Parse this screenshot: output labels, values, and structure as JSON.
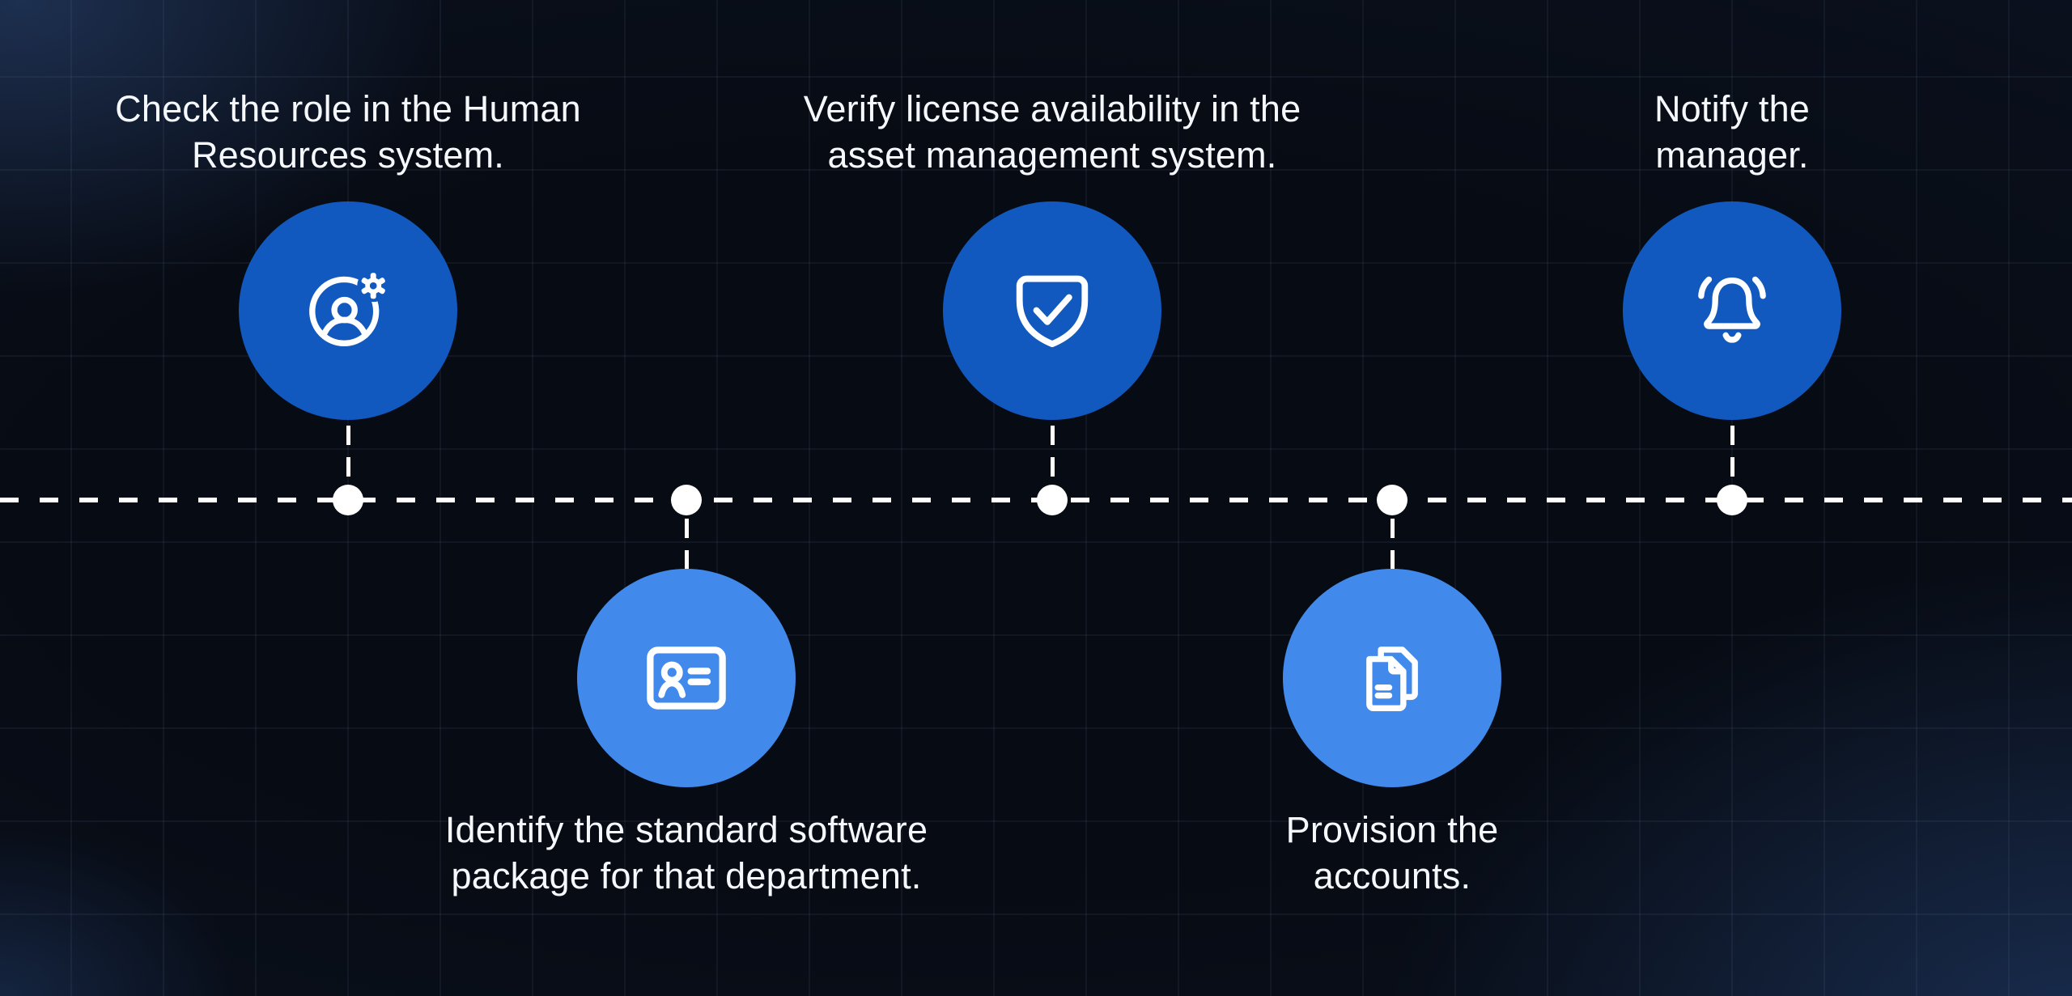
{
  "colors": {
    "background_center": "#070b13",
    "background_edge": "#152844",
    "grid_line": "rgba(148,178,220,0.07)",
    "timeline": "#ffffff",
    "text": "#f5f8fc",
    "circle_top": "#1159bf",
    "circle_bottom": "#4289ec"
  },
  "timeline": {
    "orientation": "horizontal",
    "style": "dashed",
    "dot_count": 5
  },
  "steps": [
    {
      "id": 1,
      "placement": "top",
      "icon": "user-gear-icon",
      "circle_color": "#1159bf",
      "label_line1": "Check the role in the Human",
      "label_line2": "Resources system."
    },
    {
      "id": 2,
      "placement": "bottom",
      "icon": "id-card-icon",
      "circle_color": "#4289ec",
      "label_line1": "Identify the standard software",
      "label_line2": "package for that department."
    },
    {
      "id": 3,
      "placement": "top",
      "icon": "shield-check-icon",
      "circle_color": "#1159bf",
      "label_line1": "Verify license availability in the",
      "label_line2": "asset management system."
    },
    {
      "id": 4,
      "placement": "bottom",
      "icon": "copy-documents-icon",
      "circle_color": "#4289ec",
      "label_line1": "Provision the",
      "label_line2": "accounts."
    },
    {
      "id": 5,
      "placement": "top",
      "icon": "bell-icon",
      "circle_color": "#1159bf",
      "label_line1": "Notify the",
      "label_line2": "manager."
    }
  ]
}
